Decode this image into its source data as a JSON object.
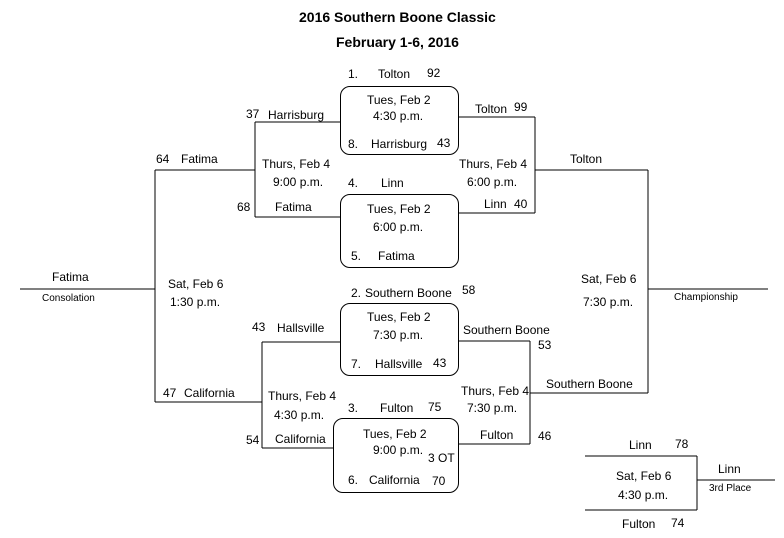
{
  "title": "2016 Southern Boone Classic",
  "dates": "February 1-6, 2016",
  "first_round": [
    {
      "day": "Tues, Feb 2",
      "time": "4:30 p.m.",
      "top": {
        "seed": "1.",
        "team": "Tolton",
        "score": "92"
      },
      "bottom": {
        "seed": "8.",
        "team": "Harrisburg",
        "score": "43"
      }
    },
    {
      "day": "Tues, Feb 2",
      "time": "6:00 p.m.",
      "top": {
        "seed": "4.",
        "team": "Linn",
        "score": ""
      },
      "bottom": {
        "seed": "5.",
        "team": "Fatima",
        "score": ""
      }
    },
    {
      "day": "Tues, Feb 2",
      "time": "7:30 p.m.",
      "top": {
        "seed": "2.",
        "team": "Southern Boone",
        "score": "58"
      },
      "bottom": {
        "seed": "7.",
        "team": "Hallsville",
        "score": "43"
      }
    },
    {
      "day": "Tues, Feb 2",
      "time": "9:00 p.m.",
      "note": "3 OT",
      "top": {
        "seed": "3.",
        "team": "Fulton",
        "score": "75"
      },
      "bottom": {
        "seed": "6.",
        "team": "California",
        "score": "70"
      }
    }
  ],
  "winners_bracket": {
    "top_semi": {
      "day": "Thurs, Feb 4",
      "time": "6:00 p.m.",
      "team1": {
        "team": "Tolton",
        "score": "99"
      },
      "team2": {
        "team": "Linn",
        "score": "40"
      }
    },
    "bottom_semi": {
      "day": "Thurs, Feb 4",
      "time": "7:30 p.m.",
      "team1": {
        "team": "Southern Boone",
        "score": "53"
      },
      "team2": {
        "team": "Fulton",
        "score": "46"
      }
    },
    "final": {
      "day": "Sat, Feb 6",
      "time": "7:30 p.m.",
      "team1": "Tolton",
      "team2": "Southern Boone",
      "label": "Championship"
    }
  },
  "consolation_bracket": {
    "top_semi": {
      "day": "Thurs, Feb 4",
      "time": "9:00 p.m.",
      "team1": {
        "team": "Harrisburg",
        "score": "37"
      },
      "team2": {
        "team": "Fatima",
        "score": "68"
      }
    },
    "bottom_semi": {
      "day": "Thurs, Feb 4",
      "time": "4:30 p.m.",
      "team1": {
        "team": "Hallsville",
        "score": "43"
      },
      "team2": {
        "team": "California",
        "score": "54"
      }
    },
    "final": {
      "day": "Sat, Feb 6",
      "time": "1:30 p.m.",
      "team1": {
        "team": "Fatima",
        "score": "64"
      },
      "team2": {
        "team": "California",
        "score": "47"
      },
      "winner": "Fatima",
      "label": "Consolation"
    }
  },
  "third_place": {
    "day": "Sat, Feb 6",
    "time": "4:30 p.m.",
    "team1": {
      "team": "Linn",
      "score": "78"
    },
    "team2": {
      "team": "Fulton",
      "score": "74"
    },
    "winner": "Linn",
    "label": "3rd Place"
  }
}
